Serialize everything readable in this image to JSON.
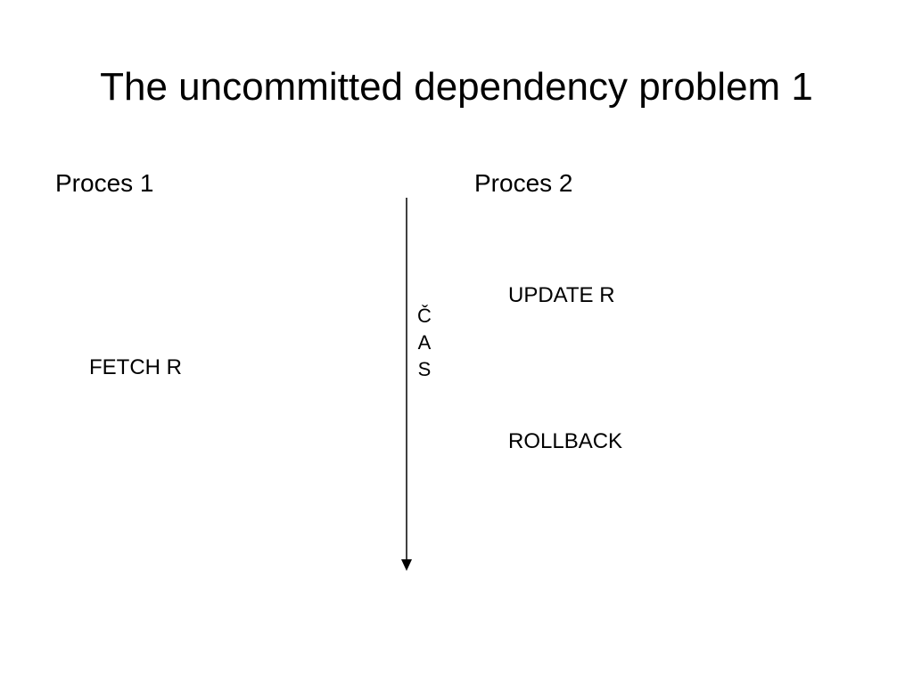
{
  "slide": {
    "title": "The uncommitted dependency problem 1"
  },
  "process1": {
    "label": "Proces 1",
    "steps": [
      "FETCH R"
    ]
  },
  "process2": {
    "label": "Proces 2",
    "steps": [
      "UPDATE R",
      "ROLLBACK"
    ]
  },
  "time_axis": {
    "letters": [
      "Č",
      "A",
      "S"
    ],
    "color": "#000000"
  }
}
